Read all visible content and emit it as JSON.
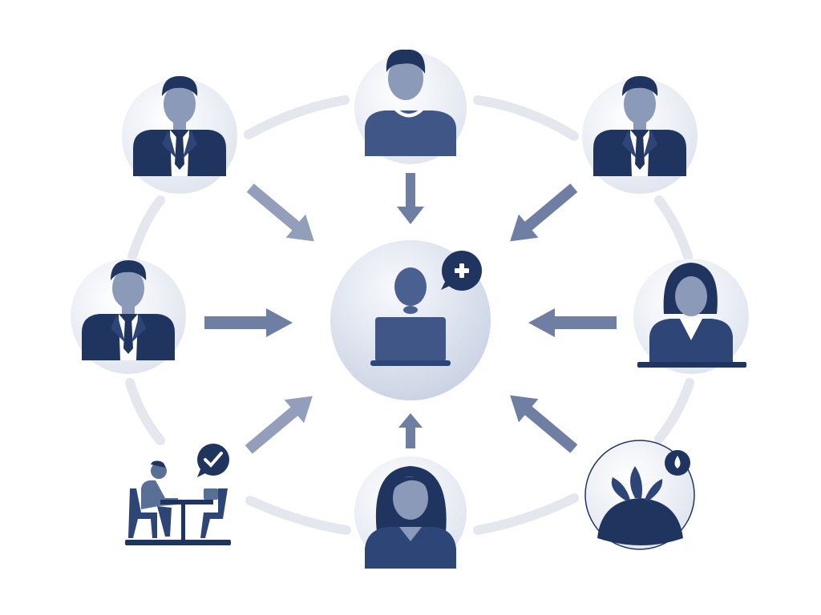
{
  "diagram": {
    "nodes": [
      {
        "id": "center",
        "icon": "person-at-laptop-icon",
        "badge": "plus-speech-bubble-icon"
      },
      {
        "id": "top",
        "icon": "person-sweater-icon"
      },
      {
        "id": "top-left",
        "icon": "businessman-icon"
      },
      {
        "id": "top-right",
        "icon": "businessman-icon"
      },
      {
        "id": "left",
        "icon": "businessman-icon"
      },
      {
        "id": "right",
        "icon": "businesswoman-at-desk-icon"
      },
      {
        "id": "bottom-left",
        "icon": "person-working-at-table-icon",
        "badge": "checkmark-speech-bubble-icon"
      },
      {
        "id": "bottom",
        "icon": "woman-icon"
      },
      {
        "id": "bottom-right",
        "icon": "plant-splash-icon",
        "badge": "water-drop-icon"
      }
    ],
    "arrows_direction": "toward-center"
  },
  "colors": {
    "navy": "#1f3560",
    "slate": "#5a6f96",
    "skin": "#8a9ab8",
    "arrow": "#6f7fa3",
    "arc": "#e4e7ee",
    "circle_bg": "#e9edf4"
  }
}
